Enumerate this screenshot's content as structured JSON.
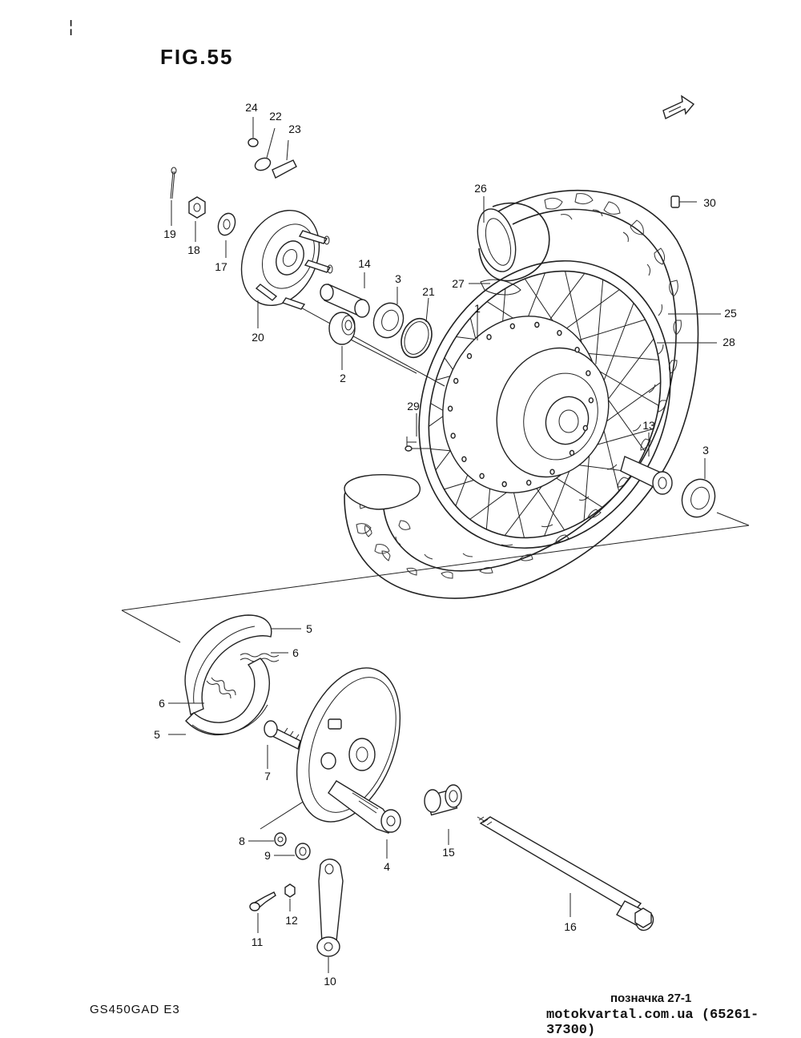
{
  "figure": {
    "title": "FIG.55",
    "model_code": "GS450GAD E3"
  },
  "parts": [
    {
      "number": "1",
      "part": "wheel-hub"
    },
    {
      "number": "2",
      "part": "spacer"
    },
    {
      "number": "3",
      "part": "bearing-upper"
    },
    {
      "number": "3",
      "part": "bearing-lower"
    },
    {
      "number": "4",
      "part": "brake-panel"
    },
    {
      "number": "5",
      "part": "brake-shoe-upper"
    },
    {
      "number": "5",
      "part": "brake-shoe-lower"
    },
    {
      "number": "6",
      "part": "spring-upper"
    },
    {
      "number": "6",
      "part": "spring-lower"
    },
    {
      "number": "7",
      "part": "brake-cam"
    },
    {
      "number": "8",
      "part": "washer"
    },
    {
      "number": "9",
      "part": "seal-ring"
    },
    {
      "number": "10",
      "part": "cam-lever"
    },
    {
      "number": "11",
      "part": "lever-bolt"
    },
    {
      "number": "12",
      "part": "lever-nut"
    },
    {
      "number": "13",
      "part": "spacer-right"
    },
    {
      "number": "14",
      "part": "sprocket-spacer"
    },
    {
      "number": "15",
      "part": "axle-spacer"
    },
    {
      "number": "16",
      "part": "axle"
    },
    {
      "number": "17",
      "part": "axle-washer"
    },
    {
      "number": "18",
      "part": "axle-nut"
    },
    {
      "number": "19",
      "part": "cotter-pin"
    },
    {
      "number": "20",
      "part": "sprocket-drum"
    },
    {
      "number": "21",
      "part": "o-ring"
    },
    {
      "number": "22",
      "part": "lock-washer"
    },
    {
      "number": "23",
      "part": "lock-plate"
    },
    {
      "number": "24",
      "part": "lock-bolt"
    },
    {
      "number": "25",
      "part": "tire"
    },
    {
      "number": "26",
      "part": "tube"
    },
    {
      "number": "27",
      "part": "rim-band"
    },
    {
      "number": "28",
      "part": "rim"
    },
    {
      "number": "29",
      "part": "spoke-set"
    },
    {
      "number": "30",
      "part": "valve-cap"
    }
  ],
  "footer": {
    "note": "позначка 27-1",
    "site": "motokvartal.com.ua (65261-37300)"
  },
  "icons": {
    "direction_arrow": "front-arrow-icon"
  }
}
